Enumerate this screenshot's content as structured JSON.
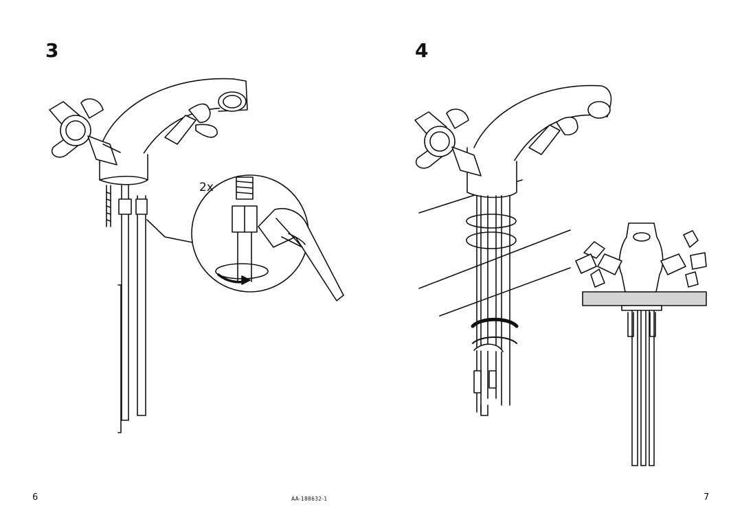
{
  "steps": {
    "left": {
      "number": "3",
      "multiplier": "2x"
    },
    "right": {
      "number": "4"
    }
  },
  "footer": {
    "page_left": "6",
    "doc_code": "AA-188632-1",
    "page_right": "7"
  },
  "icons": {
    "step3_illustration": "faucet-hose-wrench-icon",
    "step4_illustration": "faucet-mounting-icon"
  }
}
